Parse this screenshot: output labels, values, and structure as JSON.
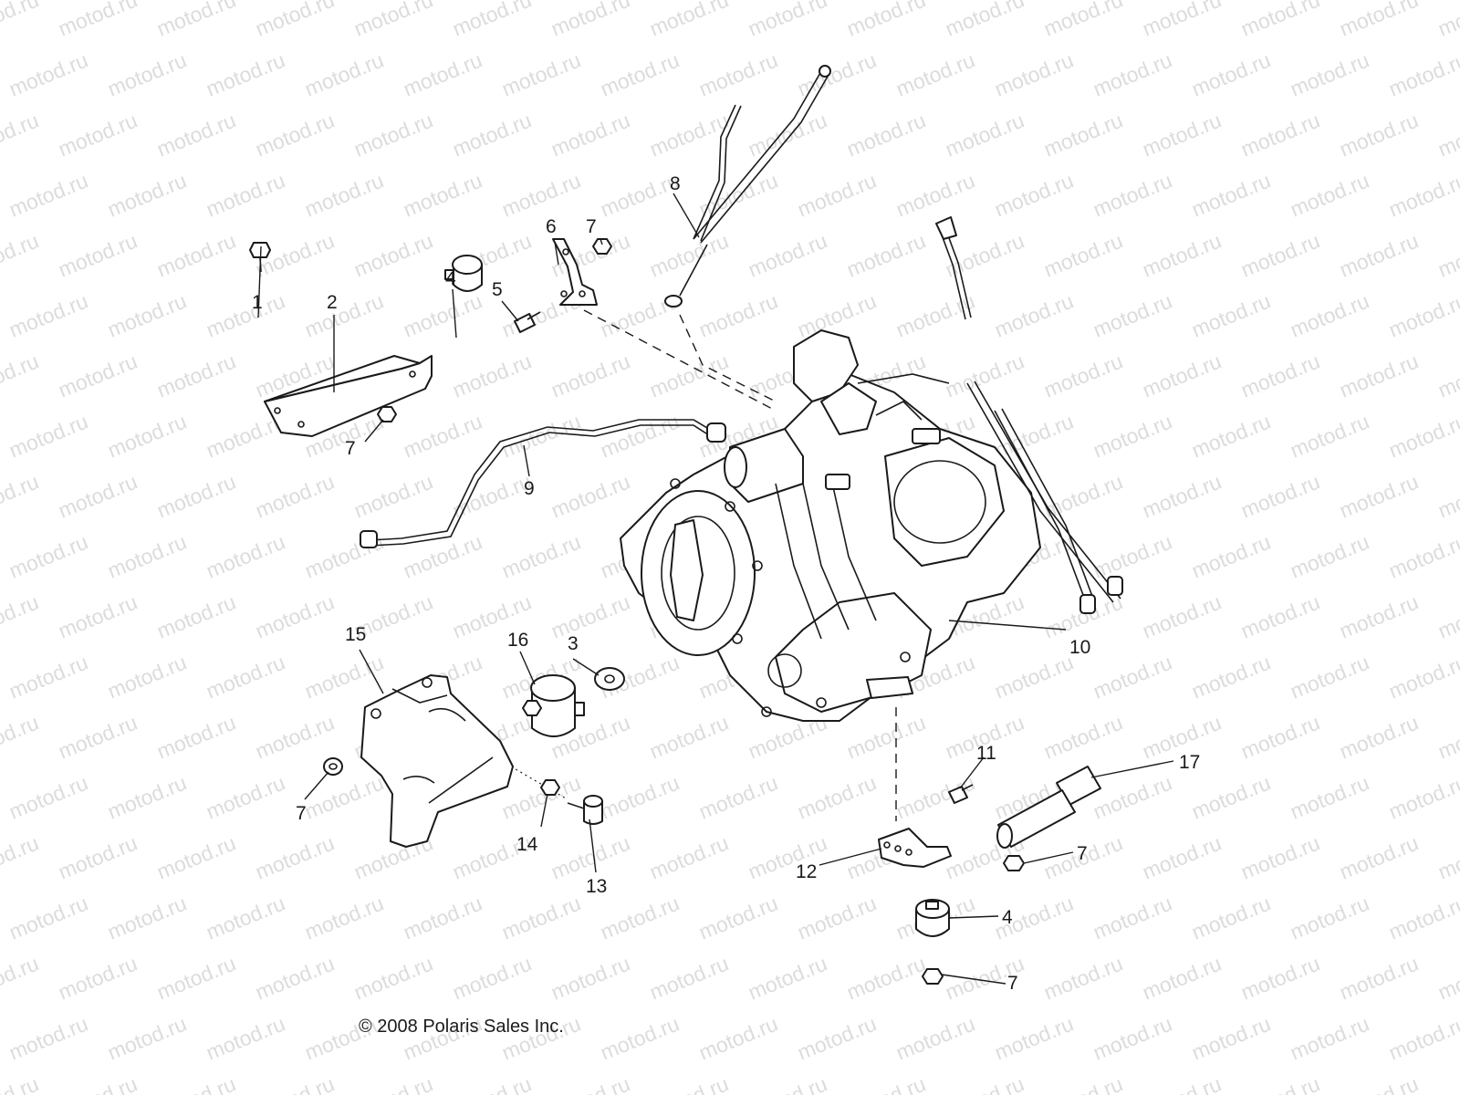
{
  "watermark": "motod.ru",
  "copyright": "© 2008 Polaris Sales Inc.",
  "callouts": {
    "c1": "1",
    "c2": "2",
    "c3": "3",
    "c4a": "4",
    "c4b": "4",
    "c5": "5",
    "c6": "6",
    "c7a": "7",
    "c7b": "7",
    "c7c": "7",
    "c7d": "7",
    "c7e": "7",
    "c8": "8",
    "c9": "9",
    "c10": "10",
    "c11": "11",
    "c12": "12",
    "c13": "13",
    "c14": "14",
    "c15": "15",
    "c16": "16",
    "c17": "17"
  }
}
